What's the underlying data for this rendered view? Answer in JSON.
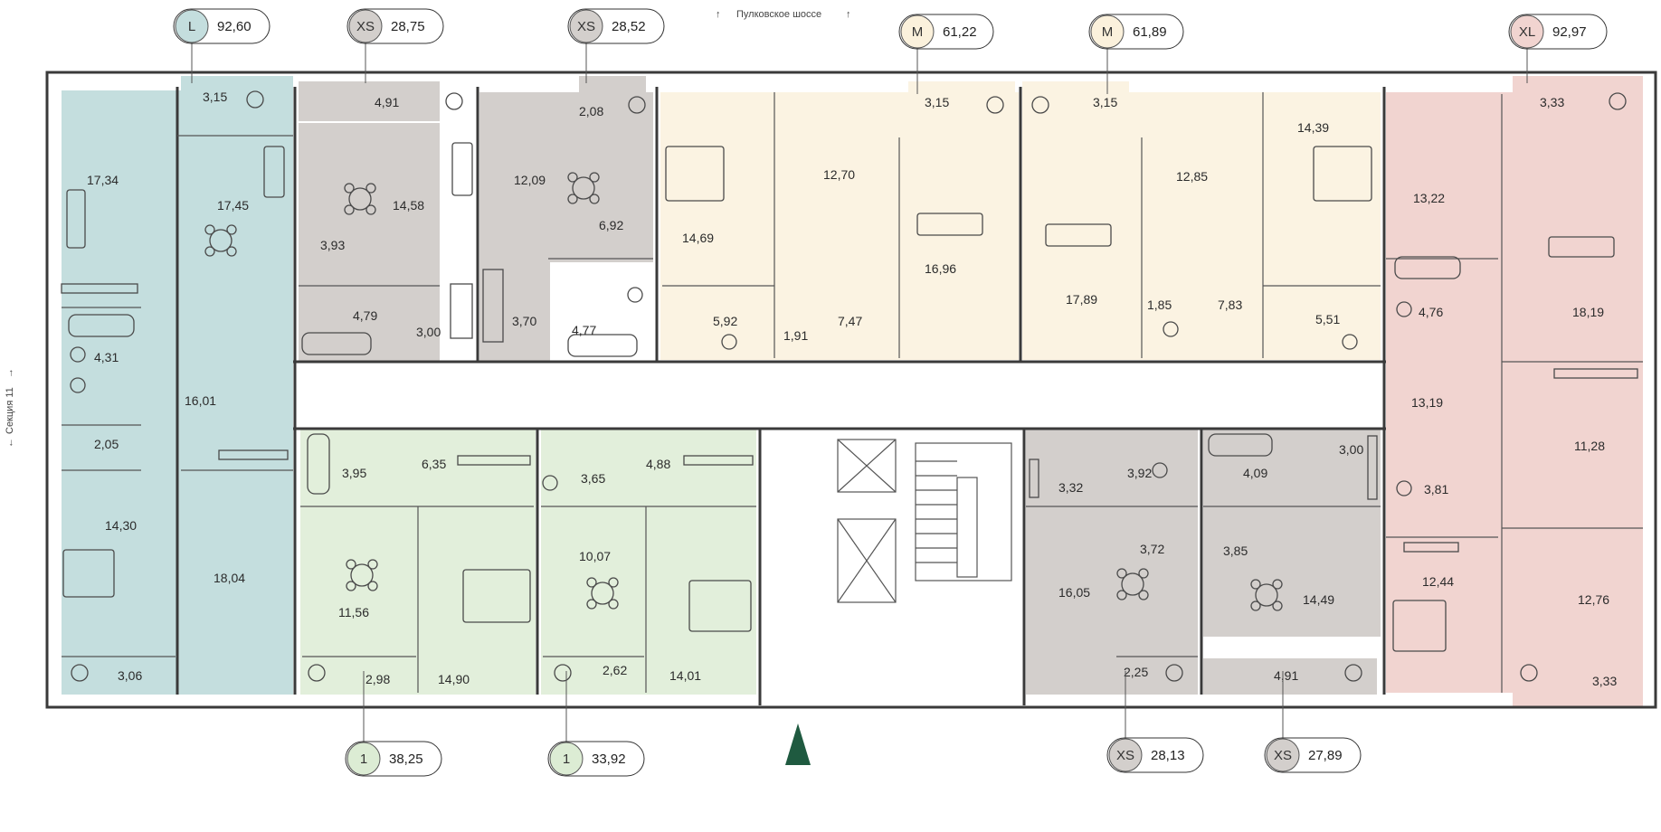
{
  "street": "Пулковское шоссе",
  "section_label": "Секция 11",
  "colors": {
    "L": "#c4dede",
    "XS": "#d3cfcc",
    "M": "#fbf3e2",
    "XL": "#f1d4d0",
    "one": "#e2efdb",
    "badge_XS": "#d3cfcc",
    "badge_M": "#fbf1dc",
    "badge_one": "#dcecd4",
    "compass": "#1f5a40"
  },
  "apartments_top": [
    {
      "code": "L",
      "area": "92,60",
      "color": "#c4dede"
    },
    {
      "code": "XS",
      "area": "28,75",
      "color": "#d3cfcc"
    },
    {
      "code": "XS",
      "area": "28,52",
      "color": "#d3cfcc"
    },
    {
      "code": "M",
      "area": "61,22",
      "color": "#fbf1dc"
    },
    {
      "code": "M",
      "area": "61,89",
      "color": "#fbf1dc"
    },
    {
      "code": "XL",
      "area": "92,97",
      "color": "#f1d4d0"
    }
  ],
  "apartments_bottom": [
    {
      "code": "1",
      "area": "38,25",
      "color": "#dcecd4"
    },
    {
      "code": "1",
      "area": "33,92",
      "color": "#dcecd4"
    },
    {
      "code": "XS",
      "area": "28,13",
      "color": "#d3cfcc"
    },
    {
      "code": "XS",
      "area": "27,89",
      "color": "#d3cfcc"
    }
  ],
  "rooms": {
    "L": [
      "3,15",
      "17,34",
      "17,45",
      "4,31",
      "16,01",
      "2,05",
      "14,30",
      "18,04",
      "3,06"
    ],
    "XS_a": [
      "4,91",
      "14,58",
      "3,93",
      "4,79",
      "3,00"
    ],
    "XS_b": [
      "2,08",
      "12,09",
      "6,92",
      "4,77",
      "3,70"
    ],
    "M_a": [
      "14,69",
      "12,70",
      "3,15",
      "16,96",
      "5,92",
      "1,91",
      "7,47"
    ],
    "M_b": [
      "3,15",
      "17,89",
      "12,85",
      "14,39",
      "1,85",
      "7,83",
      "5,51"
    ],
    "XL": [
      "3,33",
      "13,22",
      "18,19",
      "4,76",
      "13,19",
      "11,28",
      "3,81",
      "12,44",
      "12,76",
      "3,33"
    ],
    "one_a": [
      "3,95",
      "6,35",
      "11,56",
      "14,90",
      "2,98"
    ],
    "one_b": [
      "3,65",
      "4,88",
      "10,07",
      "14,01",
      "2,62"
    ],
    "XS_c": [
      "3,32",
      "3,92",
      "16,05",
      "3,72",
      "2,25"
    ],
    "XS_d": [
      "4,09",
      "3,00",
      "3,85",
      "14,49",
      "4,91"
    ]
  }
}
